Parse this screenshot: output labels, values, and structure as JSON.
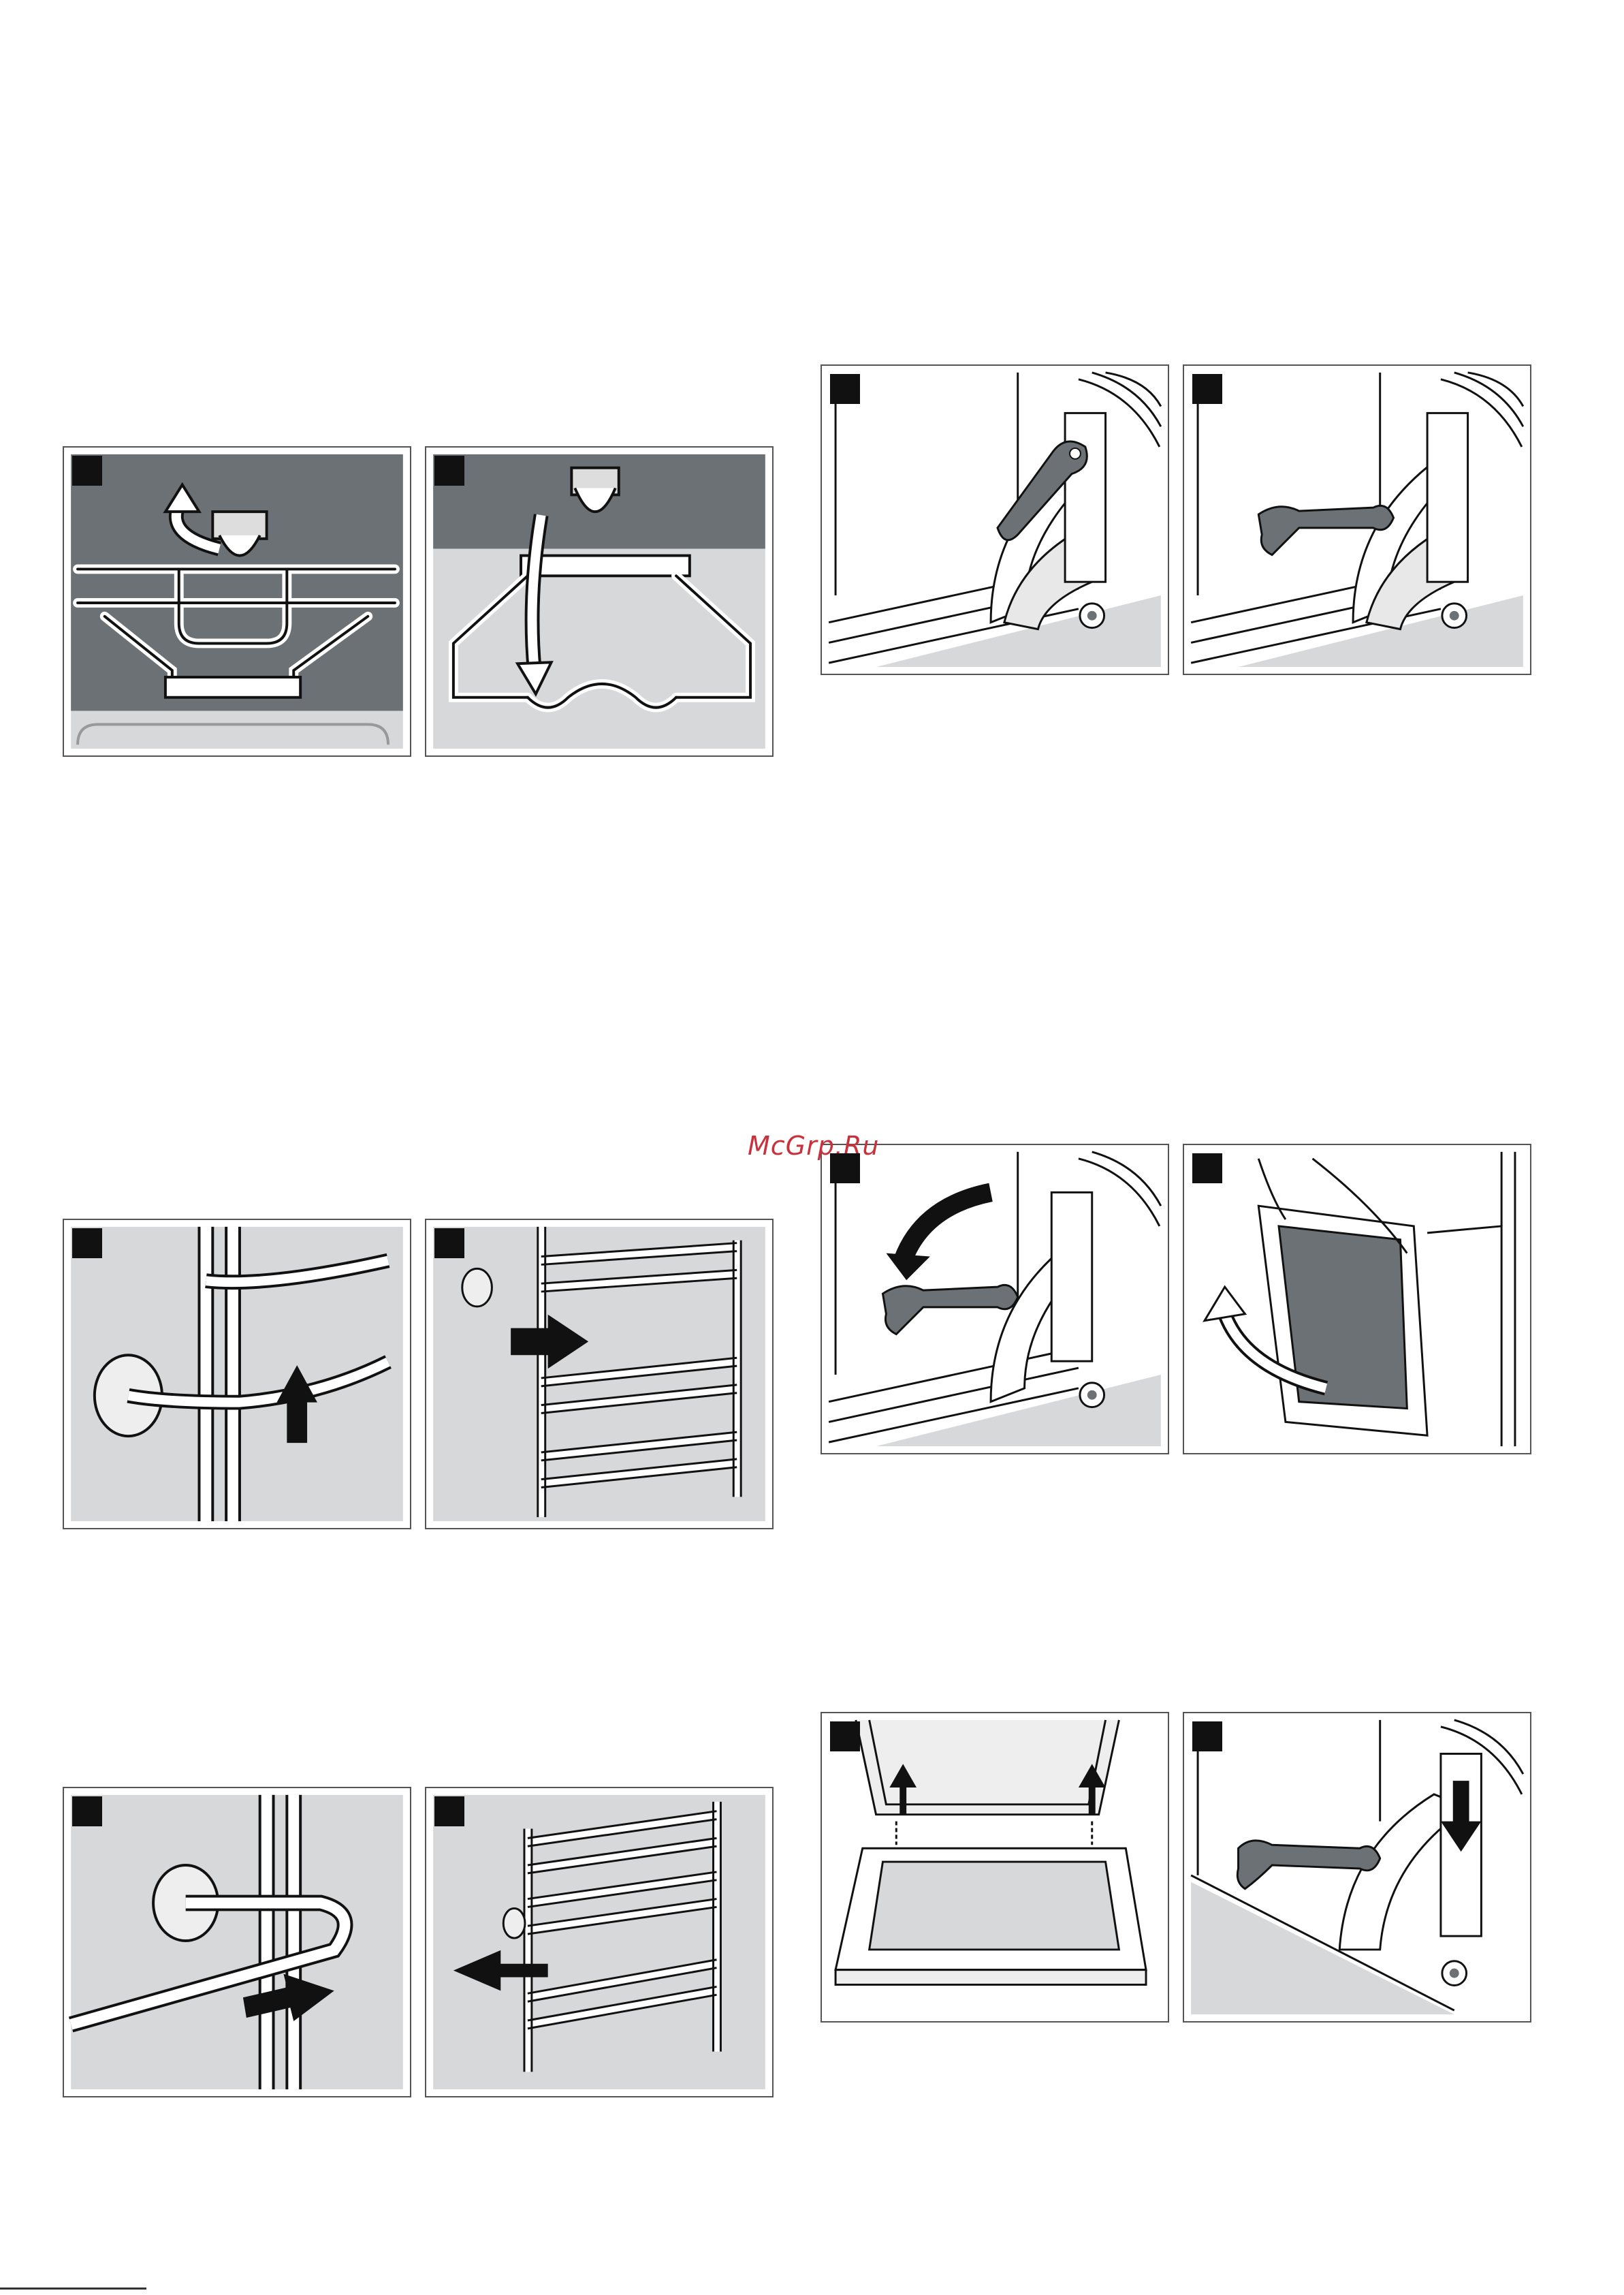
{
  "watermark": {
    "text": "McGrp.Ru"
  },
  "colors": {
    "panel_border": "#555555",
    "illustration_dark_gray": "#6b7175",
    "illustration_light_gray": "#d6d8d9",
    "watermark_red": "#c8323c"
  },
  "figures": [
    {
      "id": "fig1",
      "icons": [
        "rail-clip-lift-icon",
        "rail-clip-lower-icon"
      ]
    },
    {
      "id": "fig2",
      "icons": [
        "door-hinge-lever-icon",
        "door-hinge-lever-open-icon"
      ]
    },
    {
      "id": "fig3",
      "icons": [
        "shelf-rail-hook-up-icon",
        "shelf-rack-remove-icon"
      ]
    },
    {
      "id": "fig4",
      "icons": [
        "hinge-lever-close-icon",
        "door-lift-off-icon"
      ]
    },
    {
      "id": "fig5",
      "icons": [
        "shelf-rail-insert-icon",
        "shelf-rack-insert-icon"
      ]
    },
    {
      "id": "fig6",
      "icons": [
        "door-refit-icon",
        "hinge-lever-push-down-icon"
      ]
    }
  ]
}
